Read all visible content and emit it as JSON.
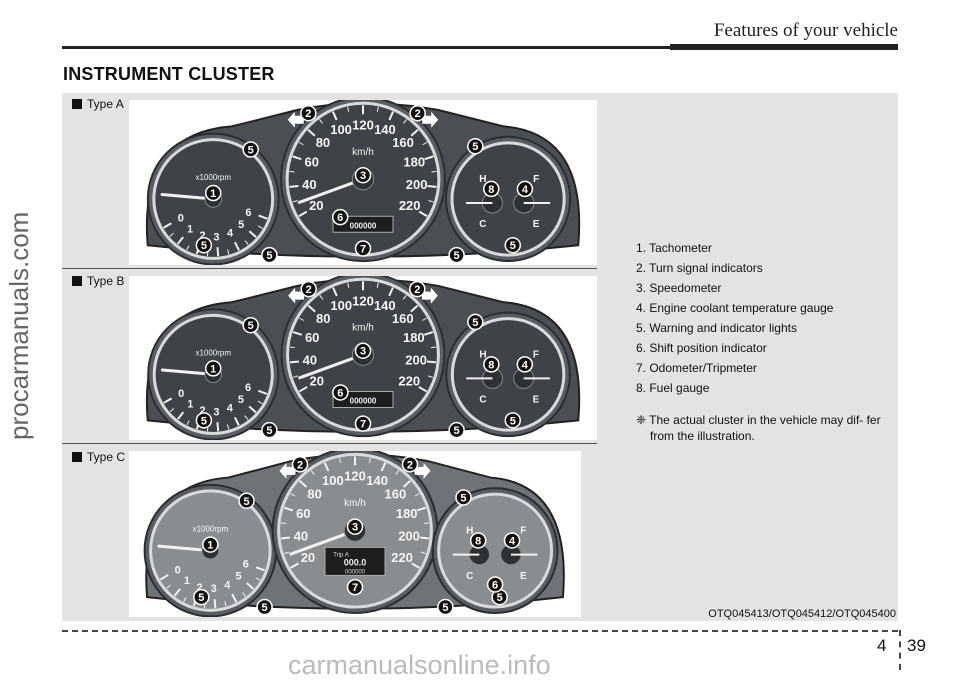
{
  "header": {
    "title": "Features of your vehicle"
  },
  "section": {
    "title": "INSTRUMENT CLUSTER"
  },
  "types": [
    {
      "label": "Type A"
    },
    {
      "label": "Type B"
    },
    {
      "label": "Type C"
    }
  ],
  "legend": {
    "items": [
      "1. Tachometer",
      "2. Turn signal indicators",
      "3. Speedometer",
      "4. Engine coolant temperature gauge",
      "5. Warning and indicator lights",
      "6. Shift position indicator",
      "7. Odometer/Tripmeter",
      "8. Fuel gauge"
    ],
    "note": "❈ The actual cluster in the vehicle may dif- fer from the illustration."
  },
  "gauges": {
    "tach_unit": "x1000rpm",
    "speed_unit": "km/h",
    "speed_ticks": [
      "20",
      "40",
      "60",
      "80",
      "100",
      "120",
      "140",
      "160",
      "180",
      "200",
      "220"
    ],
    "tach_ticks": [
      "0",
      "1",
      "2",
      "3",
      "4",
      "5",
      "6"
    ],
    "temp_labels": [
      "H",
      "C"
    ],
    "fuel_labels": [
      "F",
      "E"
    ],
    "trip_label": "Trip A",
    "trip_value": "000.0",
    "odo_value": "000000"
  },
  "caption": "OTQ045413/OTQ045412/OTQ045400",
  "page": {
    "chapter": "4",
    "number": "39"
  },
  "watermarks": {
    "side": "procarmanuals.com",
    "bottom": "carmanualsonline.info"
  }
}
